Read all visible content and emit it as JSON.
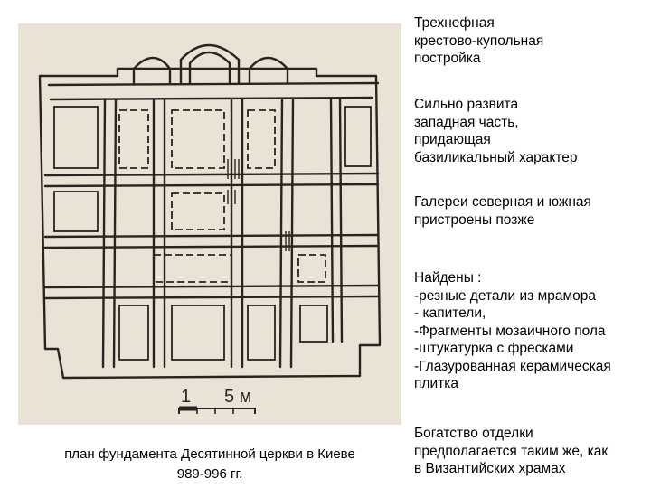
{
  "notes": [
    {
      "lines": [
        "Трехнефная",
        "крестово-купольная",
        "постройка"
      ]
    },
    {
      "lines": [
        "Сильно развита",
        "западная часть,",
        "придающая",
        "базиликальный характер"
      ]
    },
    {
      "lines": [
        "Галереи северная и южная",
        "пристроены позже"
      ]
    },
    {
      "lines": [
        "Найдены :",
        "-резные детали из мрамора",
        "- капители,",
        "-Фрагменты мозаичного пола",
        "-штукатурка с фресками",
        "-Глазурованная керамическая",
        "плитка"
      ]
    },
    {
      "lines": [
        "Богатство отделки",
        "предполагается таким же, как",
        "в Византийских храмах"
      ]
    }
  ],
  "figure": {
    "scale_label_one": "1",
    "scale_label_five": "5 м"
  },
  "caption": {
    "line1": "план фундамента Десятинной церкви в Киеве",
    "line2": "989-996 гг."
  }
}
